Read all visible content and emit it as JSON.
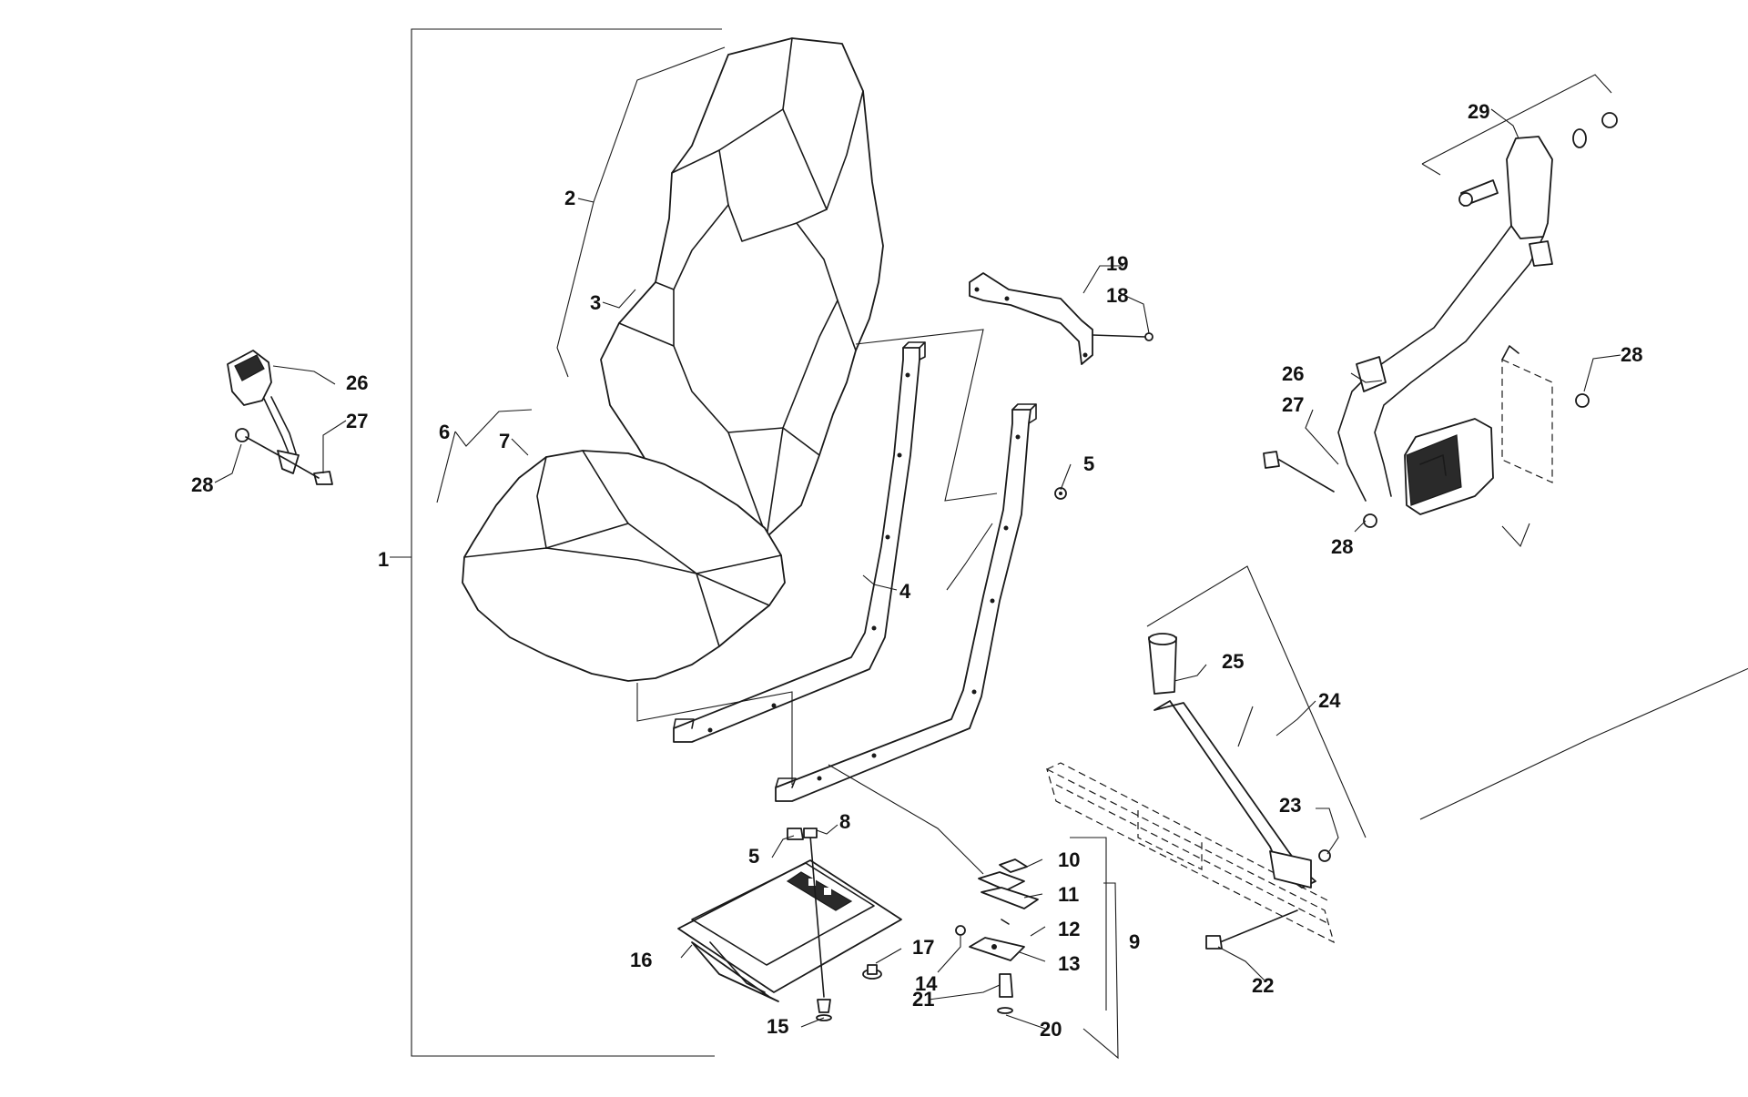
{
  "callouts": {
    "c1": "1",
    "c2": "2",
    "c3": "3",
    "c4": "4",
    "c5a": "5",
    "c5b": "5",
    "c6": "6",
    "c7": "7",
    "c8": "8",
    "c9": "9",
    "c10": "10",
    "c11": "11",
    "c12": "12",
    "c13": "13",
    "c14": "14",
    "c15": "15",
    "c16": "16",
    "c17": "17",
    "c18": "18",
    "c19": "19",
    "c20": "20",
    "c21": "21",
    "c22": "22",
    "c23": "23",
    "c24": "24",
    "c25": "25",
    "c26a": "26",
    "c26b": "26",
    "c27a": "27",
    "c27b": "27",
    "c28a": "28",
    "c28b": "28",
    "c28c": "28",
    "c29": "29"
  }
}
